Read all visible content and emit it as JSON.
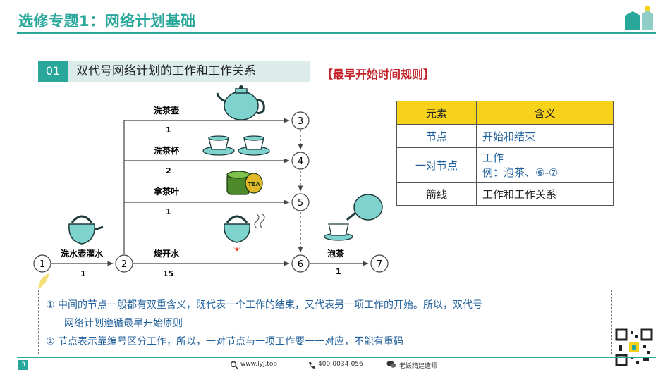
{
  "header": {
    "title": "选修专题1：网络计划基础"
  },
  "section": {
    "number": "01",
    "label": "双代号网络计划的工作和工作关系",
    "rule_tag": "【最早开始时间规则】"
  },
  "network": {
    "nodes": [
      "1",
      "2",
      "3",
      "4",
      "5",
      "6",
      "7"
    ],
    "activities": [
      {
        "name": "洗水壶灌水",
        "duration": "1"
      },
      {
        "name": "洗茶壶",
        "duration": "1"
      },
      {
        "name": "洗茶杯",
        "duration": "2"
      },
      {
        "name": "拿茶叶",
        "duration": "1"
      },
      {
        "name": "烧开水",
        "duration": "15"
      },
      {
        "name": "泡茶",
        "duration": "1"
      }
    ],
    "tea_tin_text": "TEA"
  },
  "legend": {
    "headers": [
      "元素",
      "含义"
    ],
    "rows": [
      {
        "element": "节点",
        "meaning": "开始和结束"
      },
      {
        "element": "一对节点",
        "meaning": "工作",
        "meaning_extra": "例：泡茶、⑥-⑦"
      },
      {
        "element": "箭线",
        "meaning": "工作和工作关系"
      }
    ]
  },
  "notes": {
    "line1": "①  中间的节点一般都有双重含义，既代表一个工作的结束，又代表另一项工作的开始。所以，双代号",
    "line1_cont": "网络计划遵循最早开始原则",
    "line2": "②  节点表示靠编号区分工作，所以，一对节点与一项工作要一一对应，不能有重码"
  },
  "footer": {
    "page": "3",
    "website": "www.lyj.top",
    "phone": "400-0034-056",
    "wechat": "老妖精建造师"
  },
  "colors": {
    "accent": "#2aa79b",
    "rule_red": "#c4252d",
    "legend_header": "#f7d21a",
    "note_text": "#1f5f9a"
  }
}
